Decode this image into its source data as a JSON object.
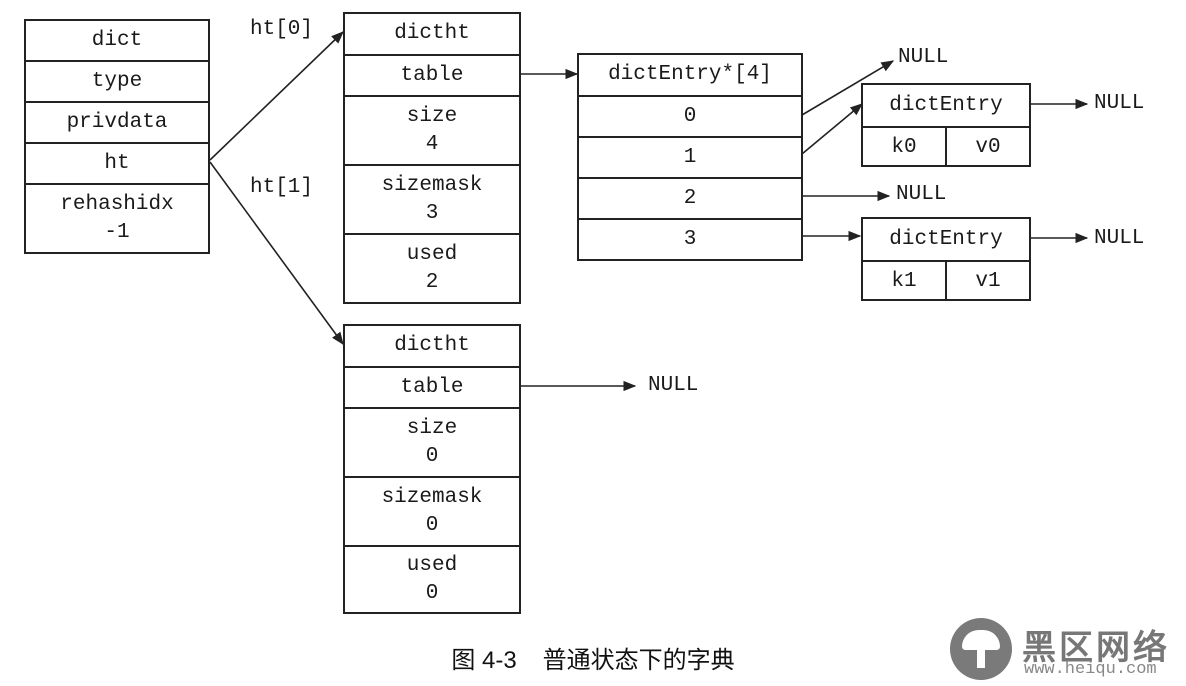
{
  "dict": {
    "rows": [
      "dict",
      "type",
      "privdata",
      "ht"
    ],
    "rehashidx_label": "rehashidx",
    "rehashidx_value": "-1"
  },
  "ht_labels": [
    "ht[0]",
    "ht[1]"
  ],
  "ht0": {
    "title": "dictht",
    "table": "table",
    "size_label": "size",
    "size_value": "4",
    "sizemask_label": "sizemask",
    "sizemask_value": "3",
    "used_label": "used",
    "used_value": "2"
  },
  "ht1": {
    "title": "dictht",
    "table": "table",
    "size_label": "size",
    "size_value": "0",
    "sizemask_label": "sizemask",
    "sizemask_value": "0",
    "used_label": "used",
    "used_value": "0"
  },
  "table_array": {
    "title": "dictEntry*[4]",
    "slots": [
      "0",
      "1",
      "2",
      "3"
    ]
  },
  "entries": [
    {
      "title": "dictEntry",
      "key": "k0",
      "value": "v0"
    },
    {
      "title": "dictEntry",
      "key": "k1",
      "value": "v1"
    }
  ],
  "null_text": "NULL",
  "caption": {
    "number": "图 4-3",
    "text": "普通状态下的字典"
  },
  "watermark": {
    "title": "黑区网络",
    "url": "www.heiqu.com"
  }
}
